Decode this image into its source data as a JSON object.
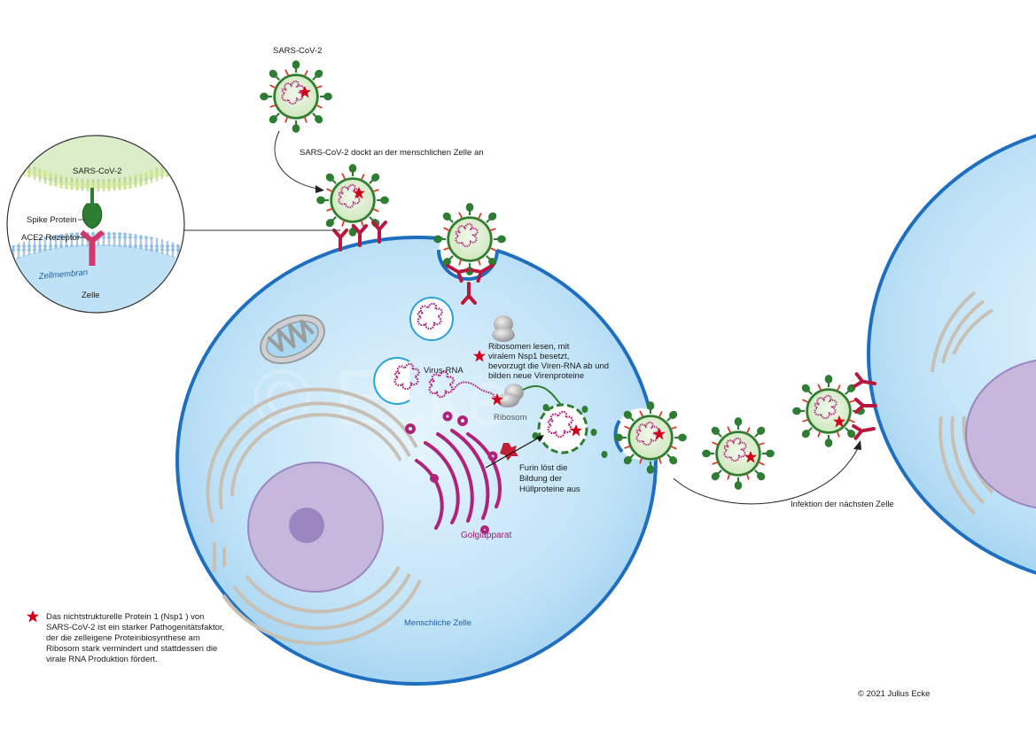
{
  "labels": {
    "virus_top": "SARS-CoV-2",
    "dock": "SARS-CoV-2 dockt an der menschlichen Zelle an",
    "inset_virus": "SARS-CoV-2",
    "spike_protein": "Spike Protein",
    "ace2": "ACE2 Rezeptor",
    "zellmembran": "Zellmembran",
    "zelle": "Zelle",
    "ribosomen_l1": "Ribosomen lesen, mit",
    "ribosomen_l2": "viralem Nsp1 besetzt,",
    "ribosomen_l3": "bevorzugt die Viren-RNA ab und",
    "ribosomen_l4": "bilden neue Virenproteine",
    "virus_rna": "Virus-RNA",
    "ribosom": "Ribosom",
    "furin_l1": "Furin löst die",
    "furin_l2": "Bildung der",
    "furin_l3": "Hüllproteine aus",
    "golgi": "Golgiapparat",
    "menschliche_zelle": "Menschliche Zelle",
    "infektion": "Infektion der nächsten Zelle",
    "footnote_l1": "Das nichtstrukturelle Protein 1 (Nsp1 ) von",
    "footnote_l2": "SARS-CoV-2 ist ein starker Pathogenitätsfaktor,",
    "footnote_l3": "der die zelleigene Proteinbiosynthese am",
    "footnote_l4": "Ribosom stark vermindert und stattdessen die",
    "footnote_l5": "virale RNA Produktion fördert.",
    "copyright": "© 2021 Julius Ecke",
    "watermark": "© Ecke"
  },
  "colors": {
    "cell_fill": "#bfe2f7",
    "cell_edge": "#1f6fc0",
    "nucleus": "#c6b7dc",
    "nucleolus": "#9b86c2",
    "virus_body": "#dcefd0",
    "virus_ring": "#2f7d32",
    "rna": "#b0237a",
    "receptor": "#b8173f",
    "star": "#d0021b"
  },
  "icons": {
    "virus": "virus-icon",
    "receptor": "ace2-receptor-icon",
    "star": "nsp1-star-icon",
    "mitochondrion": "mitochondrion-icon",
    "ribosome": "ribosome-icon",
    "golgi": "golgi-icon",
    "furin": "furin-icon"
  }
}
